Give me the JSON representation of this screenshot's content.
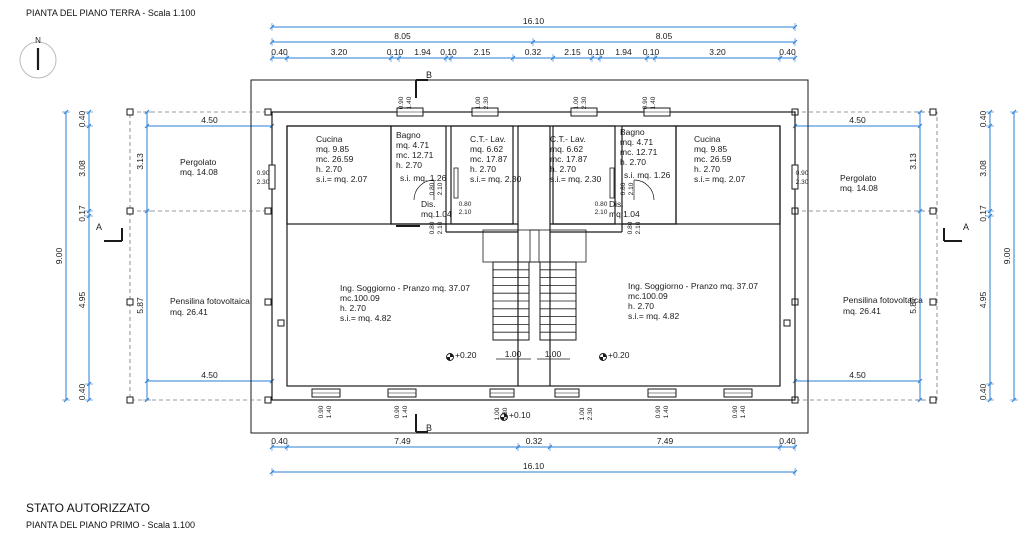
{
  "header_top": "PIANTA DEL PIANO TERRA  - Scala 1.100",
  "state_title": "STATO AUTORIZZATO",
  "header_bottom": "PIANTA DEL PIANO PRIMO  - Scala 1.100",
  "north_label": "N",
  "section_labels": {
    "a": "A",
    "b": "B"
  },
  "dims_top": {
    "total": "16.10",
    "half": "8.05",
    "chain": [
      "0.40",
      "3.20",
      "0.10",
      "1.94",
      "0.10",
      "2.15",
      "0.32",
      "2.15",
      "0.10",
      "1.94",
      "0.10",
      "3.20",
      "0.40"
    ]
  },
  "dims_bottom": {
    "chain": [
      "0.40",
      "7.49",
      "0.32",
      "7.49",
      "0.40"
    ],
    "total": "16.10"
  },
  "dims_side": {
    "outer": [
      "0.40",
      "3.08",
      "0.17",
      "4.95",
      "0.40"
    ],
    "total": "9.00",
    "inner": [
      "3.13",
      "5.87"
    ],
    "width": "4.50"
  },
  "openings": {
    "window_small": [
      "0.90",
      "1.40"
    ],
    "door_small": [
      "1.00",
      "2.30"
    ],
    "side_window": [
      "0.90",
      "2.30"
    ],
    "inner_door": [
      "0.80",
      "2.10"
    ]
  },
  "rooms": {
    "cucina": [
      "Cucina",
      "mq. 9.85",
      "mc. 26.59",
      "h. 2.70",
      "s.i.= mq. 2.07"
    ],
    "bagno": [
      "Bagno",
      "mq. 4.71",
      "mc. 12.71",
      "h. 2.70",
      "s.i. mq. 1.26"
    ],
    "ct": [
      "C.T.- Lav.",
      "mq. 6.62",
      "mc. 17.87",
      "h. 2.70",
      "s.i.= mq. 2.30"
    ],
    "dis": [
      "Dis.",
      "mq.1.04"
    ],
    "soggiorno": [
      "Ing. Soggiorno - Pranzo mq. 37.07",
      "mc.100.09",
      "h. 2.70",
      "s.i.= mq. 4.82"
    ],
    "pergolato": [
      "Pergolato",
      "mq. 14.08"
    ],
    "pensilina": [
      "Pensilina fotovoltaica",
      "mq. 26.41"
    ]
  },
  "levels": {
    "entry": "+0.20",
    "exterior": "+0.10"
  },
  "stair_width": "1.00"
}
